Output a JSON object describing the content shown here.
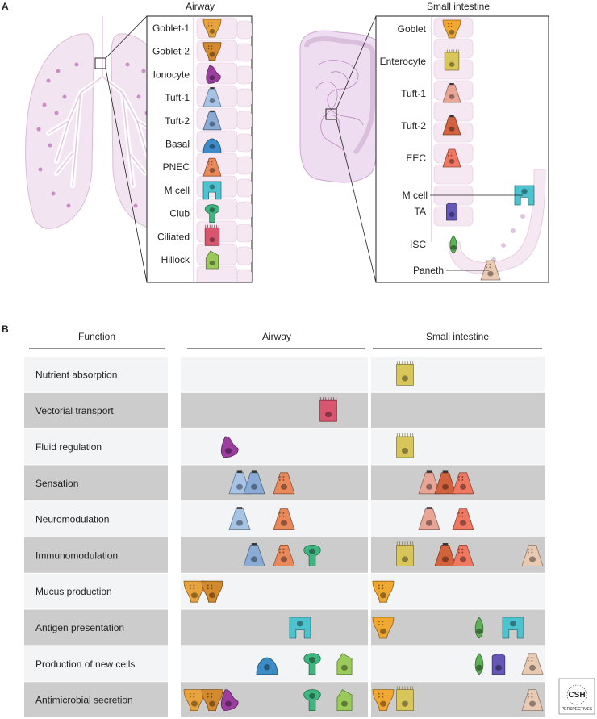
{
  "panel_a": {
    "label": "A",
    "airway": {
      "title": "Airway",
      "cells": [
        {
          "label": "Goblet-1",
          "color": "#E8A33C",
          "shape": "goblet"
        },
        {
          "label": "Goblet-2",
          "color": "#D48A2C",
          "shape": "goblet"
        },
        {
          "label": "Ionocyte",
          "color": "#9B3E9E",
          "shape": "ionocyte"
        },
        {
          "label": "Tuft-1",
          "color": "#A7C4E6",
          "shape": "tuft"
        },
        {
          "label": "Tuft-2",
          "color": "#89ABD6",
          "shape": "tuft"
        },
        {
          "label": "Basal",
          "color": "#3C8CC8",
          "shape": "basal"
        },
        {
          "label": "PNEC",
          "color": "#E9895A",
          "shape": "pnec"
        },
        {
          "label": "M cell",
          "color": "#4CC3CF",
          "shape": "mcell"
        },
        {
          "label": "Club",
          "color": "#3FB57F",
          "shape": "club"
        },
        {
          "label": "Ciliated",
          "color": "#D9566F",
          "shape": "ciliated"
        },
        {
          "label": "Hillock",
          "color": "#9ACB5A",
          "shape": "hillock"
        }
      ]
    },
    "intestine": {
      "title": "Small intestine",
      "cells": [
        {
          "label": "Goblet",
          "color": "#F0A830",
          "shape": "goblet"
        },
        {
          "label": "Enterocyte",
          "color": "#D9C65A",
          "shape": "entero"
        },
        {
          "label": "Tuft-1",
          "color": "#E9A595",
          "shape": "tuft"
        },
        {
          "label": "Tuft-2",
          "color": "#D2623D",
          "shape": "tuft"
        },
        {
          "label": "EEC",
          "color": "#F07760",
          "shape": "eec"
        },
        {
          "label": "M cell",
          "color": "#4CC3CF",
          "shape": "mcell"
        },
        {
          "label": "TA",
          "color": "#6457B8",
          "shape": "ta"
        },
        {
          "label": "ISC",
          "color": "#5DB156",
          "shape": "isc"
        },
        {
          "label": "Paneth",
          "color": "#E8C9B2",
          "shape": "paneth"
        }
      ]
    }
  },
  "panel_b": {
    "label": "B",
    "headers": {
      "function": "Function",
      "airway": "Airway",
      "intestine": "Small intestine"
    },
    "rows": [
      {
        "function": "Nutrient absorption",
        "airway": [],
        "intestine": [
          "Enterocyte"
        ]
      },
      {
        "function": "Vectorial transport",
        "airway": [
          "Ciliated"
        ],
        "intestine": []
      },
      {
        "function": "Fluid regulation",
        "airway": [
          "Ionocyte"
        ],
        "intestine": [
          "Enterocyte"
        ]
      },
      {
        "function": "Sensation",
        "airway": [
          "Tuft-1",
          "Tuft-2",
          "PNEC"
        ],
        "intestine": [
          "Tuft-1",
          "Tuft-2",
          "EEC"
        ]
      },
      {
        "function": "Neuromodulation",
        "airway": [
          "Tuft-1",
          "PNEC"
        ],
        "intestine": [
          "Tuft-1",
          "EEC"
        ]
      },
      {
        "function": "Immunomodulation",
        "airway": [
          "Tuft-2",
          "PNEC",
          "Club"
        ],
        "intestine": [
          "Enterocyte",
          "Tuft-2",
          "EEC",
          "Paneth"
        ]
      },
      {
        "function": "Mucus production",
        "airway": [
          "Goblet-1",
          "Goblet-2"
        ],
        "intestine": [
          "Goblet"
        ]
      },
      {
        "function": "Antigen presentation",
        "airway": [
          "M cell"
        ],
        "intestine": [
          "Goblet",
          "ISC",
          "M cell"
        ]
      },
      {
        "function": "Production of new cells",
        "airway": [
          "Basal",
          "Club",
          "Hillock"
        ],
        "intestine": [
          "ISC",
          "TA",
          "Paneth"
        ]
      },
      {
        "function": "Antimicrobial secretion",
        "airway": [
          "Goblet-1",
          "Goblet-2",
          "Ionocyte",
          "Club",
          "Hillock"
        ],
        "intestine": [
          "Goblet",
          "Enterocyte",
          "Paneth"
        ]
      }
    ]
  },
  "logo": {
    "text": "CSH",
    "subtext": "PERSPECTIVES"
  }
}
